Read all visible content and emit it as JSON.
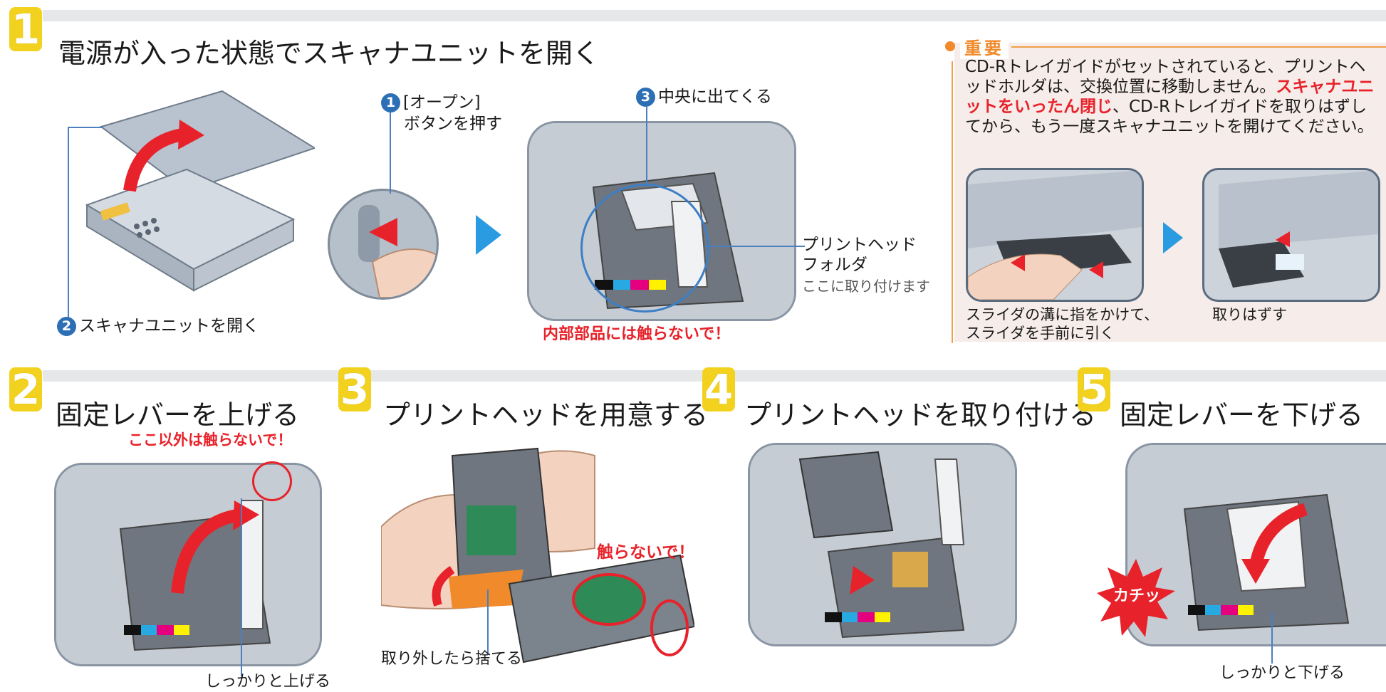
{
  "step1": {
    "number": "1",
    "title": "電源が入った状態でスキャナユニットを開く",
    "callout1_line1": "[オープン]",
    "callout1_line2": "ボタンを押す",
    "callout2": "スキャナユニットを開く",
    "callout3": "中央に出てくる",
    "holder_line1": "プリントヘッド",
    "holder_line2": "フォルダ",
    "holder_sub": "ここに取り付けます",
    "warning": "内部部品には触らないで！",
    "badge1": "1",
    "badge2": "2",
    "badge3": "3",
    "ink_labels": [
      "Black",
      "Cyan",
      "Magenta",
      "Yellow"
    ]
  },
  "important": {
    "heading": "重要",
    "text1": "CD-Rトレイガイドがセットされていると、プリントヘッドホルダは、交換位置に移動しません。",
    "text_red": "スキャナユニットをいったん閉じ",
    "text2": "、CD-Rトレイガイドを取りはずしてから、もう一度スキャナユニットを開けてください。",
    "caption_left_line1": "スライダの溝に指をかけて、",
    "caption_left_line2": "スライダを手前に引く",
    "caption_right": "取りはずす"
  },
  "step2": {
    "number": "2",
    "title": "固定レバーを上げる",
    "warning": "ここ以外は触らないで！",
    "caption": "しっかりと上げる"
  },
  "step3": {
    "number": "3",
    "title": "プリントヘッドを用意する",
    "warning": "触らないで！",
    "caption": "取り外したら捨てる"
  },
  "step4": {
    "number": "4",
    "title": "プリントヘッドを取り付ける"
  },
  "step5": {
    "number": "5",
    "title": "固定レバーを下げる",
    "click_text": "カチッ",
    "caption": "しっかりと下げる"
  },
  "colors": {
    "step_yellow": "#f2d21e",
    "badge_blue": "#2d6fb5",
    "warning_red": "#e8222a",
    "arrow_blue": "#2a9be0",
    "important_orange": "#f0a04a",
    "panel_bg": "#f6ece9"
  }
}
